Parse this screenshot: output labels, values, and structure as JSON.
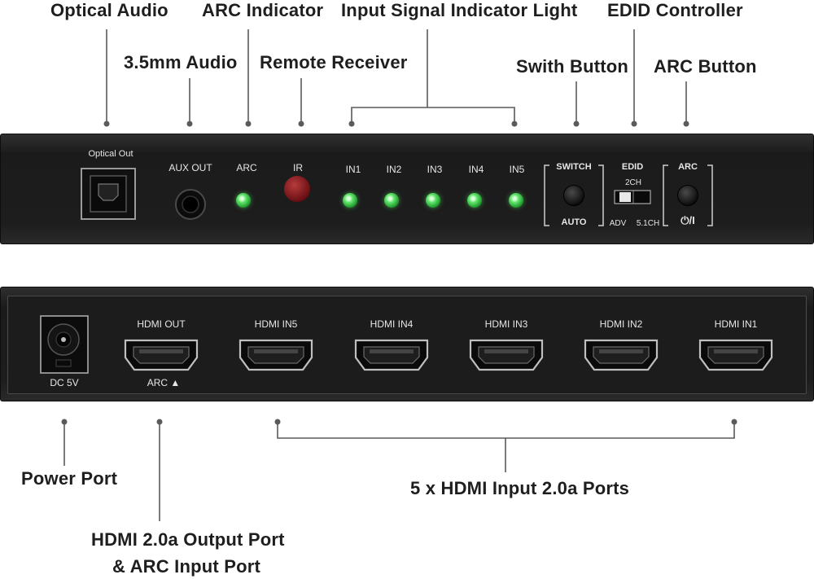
{
  "callouts": {
    "optical_audio": "Optical Audio",
    "audio_35": "3.5mm Audio",
    "arc_indicator": "ARC Indicator",
    "remote_receiver": "Remote Receiver",
    "input_signal": "Input Signal Indicator Light",
    "edid_controller": "EDID Controller",
    "switch_button": "Swith Button",
    "arc_button": "ARC Button",
    "power_port": "Power Port",
    "hdmi_out_line1": "HDMI 2.0a Output Port",
    "hdmi_out_line2": "& ARC Input Port",
    "hdmi_inputs": "5 x HDMI Input 2.0a Ports"
  },
  "front_panel": {
    "optical_label": "Optical Out",
    "aux_label": "AUX OUT",
    "arc_label": "ARC",
    "ir_label": "IR",
    "inputs": [
      "IN1",
      "IN2",
      "IN3",
      "IN4",
      "IN5"
    ],
    "switch_top": "SWITCH",
    "switch_bottom": "AUTO",
    "edid_label": "EDID",
    "edid_2ch": "2CH",
    "edid_adv": "ADV",
    "edid_51ch": "5.1CH",
    "arc_btn_label": "ARC",
    "power_symbol": "⏻/I"
  },
  "rear_panel": {
    "dc_label": "DC 5V",
    "hdmi_out_label": "HDMI OUT",
    "arc_marker": "ARC ▲",
    "hdmi_in_labels": [
      "HDMI IN5",
      "HDMI IN4",
      "HDMI IN3",
      "HDMI IN2",
      "HDMI IN1"
    ]
  },
  "colors": {
    "chassis": "#1d1d1d",
    "led_green": "#5fe36a",
    "ir_red": "#8a1b22",
    "callout_text": "#1e1e1e",
    "leader_line": "#555555"
  }
}
